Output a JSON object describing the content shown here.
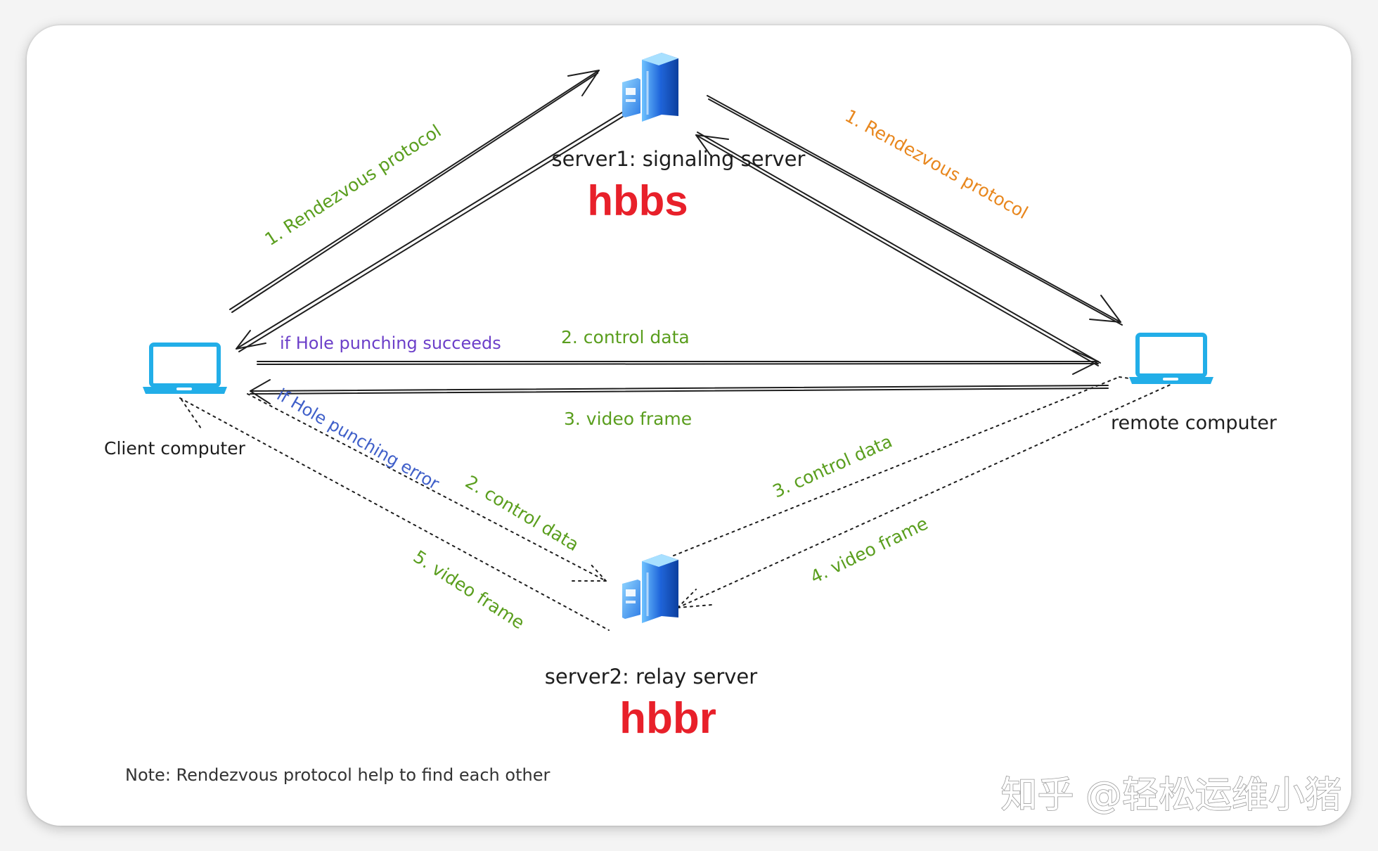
{
  "nodes": {
    "signaling_server": {
      "caption": "server1: signaling server",
      "name": "hbbs",
      "icon": "server-icon"
    },
    "relay_server": {
      "caption": "server2: relay server",
      "name": "hbbr",
      "icon": "server-icon"
    },
    "client": {
      "caption": "Client computer",
      "icon": "laptop-icon"
    },
    "remote": {
      "caption": "remote computer",
      "icon": "laptop-icon"
    }
  },
  "edge_labels": {
    "rendezvous_left": "1. Rendezvous protocol",
    "rendezvous_right": "1. Rendezvous protocol",
    "hole_success": "if Hole punching succeeds",
    "control_direct": "2. control data",
    "video_direct": "3. video frame",
    "hole_error": "if Hole punching error",
    "control_relay_client": "2. control data",
    "control_relay_remote": "3. control data",
    "video_relay_remote": "4. video frame",
    "video_relay_client": "5. video frame"
  },
  "note": "Note: Rendezvous protocol help  to find each other",
  "watermark": "知乎 @轻松运维小猪",
  "colors": {
    "server_name": "#e8202a",
    "green_label": "#5a9e1e",
    "orange_label": "#e8871e",
    "purple_label": "#6c3fc9",
    "blue_label": "#3f5fc9",
    "laptop": "#22aee8",
    "line": "#1e1e1e"
  }
}
